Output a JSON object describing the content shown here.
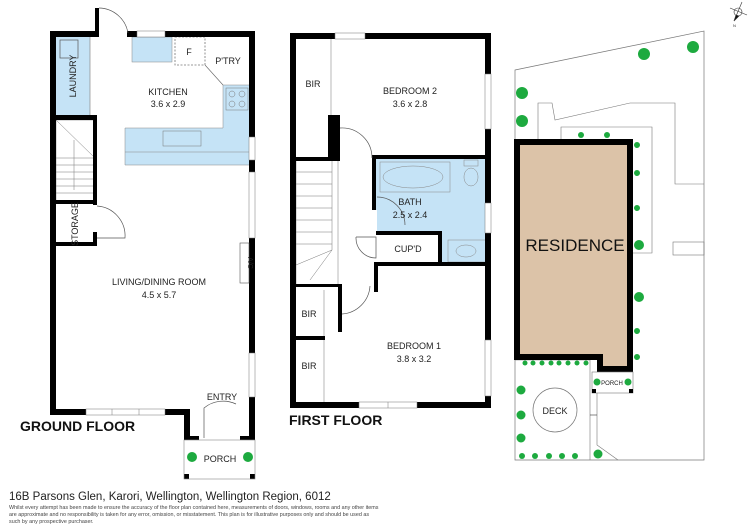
{
  "ground_floor": {
    "title": "GROUND FLOOR",
    "rooms": {
      "laundry": "LAUNDRY",
      "kitchen": "KITCHEN",
      "kitchen_size": "3.6 x 2.9",
      "fridge": "F",
      "pantry": "P'TRY",
      "storage": "STORAGE",
      "living": "LIVING/DINING ROOM",
      "living_size": "4.5 x 5.7",
      "ac": "A/C",
      "entry": "ENTRY",
      "porch": "PORCH"
    }
  },
  "first_floor": {
    "title": "FIRST FLOOR",
    "rooms": {
      "bir": "BIR",
      "bedroom2": "BEDROOM 2",
      "bedroom2_size": "3.6 x 2.8",
      "bath": "BATH",
      "bath_size": "2.5 x 2.4",
      "cupd": "CUP'D",
      "bedroom1": "BEDROOM 1",
      "bedroom1_size": "3.8 x 3.2"
    }
  },
  "site_plan": {
    "residence": "RESIDENCE",
    "porch": "PORCH",
    "deck": "DECK",
    "compass": "N"
  },
  "colors": {
    "fixture_blue": "#c5e3f6",
    "residence_tan": "#dcc3a8",
    "tree_green": "#1daa3f",
    "wall": "#000000"
  },
  "footer": {
    "address": "16B Parsons Glen, Karori, Wellington, Wellington Region, 6012",
    "disclaimer": "Whilst every attempt has been made to ensure the accuracy of the floor plan contained here, measurements of doors, windows, rooms and any other items are approximate and no responsibility is taken for any error, omission, or misstatement. This plan is for illustrative purposes only and should be used as such by any prospective purchaser."
  }
}
